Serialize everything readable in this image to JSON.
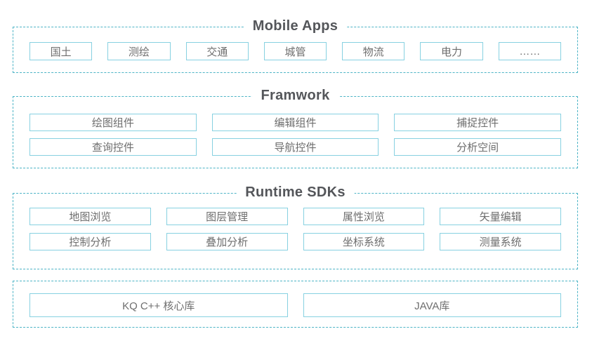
{
  "diagram": {
    "kind": "layered-architecture-diagram"
  },
  "colors": {
    "dashed_border": "#4db4c6",
    "box_border": "#87d1e1",
    "box_text": "#6e6e6e",
    "title_text": "#54565a",
    "background": "#ffffff"
  },
  "sections": [
    {
      "title": "Mobile Apps",
      "rows": [
        [
          "国土",
          "测绘",
          "交通",
          "城管",
          "物流",
          "电力",
          "……"
        ]
      ]
    },
    {
      "title": "Framwork",
      "rows": [
        [
          "绘图组件",
          "编辑组件",
          "捕捉控件"
        ],
        [
          "查询控件",
          "导航控件",
          "分析空间"
        ]
      ]
    },
    {
      "title": "Runtime SDKs",
      "rows": [
        [
          "地图浏览",
          "图层管理",
          "属性浏览",
          "矢量编辑"
        ],
        [
          "控制分析",
          "叠加分析",
          "坐标系统",
          "测量系统"
        ]
      ]
    },
    {
      "title": "",
      "rows": [
        [
          "KQ C++ 核心库",
          "JAVA库"
        ]
      ]
    }
  ]
}
